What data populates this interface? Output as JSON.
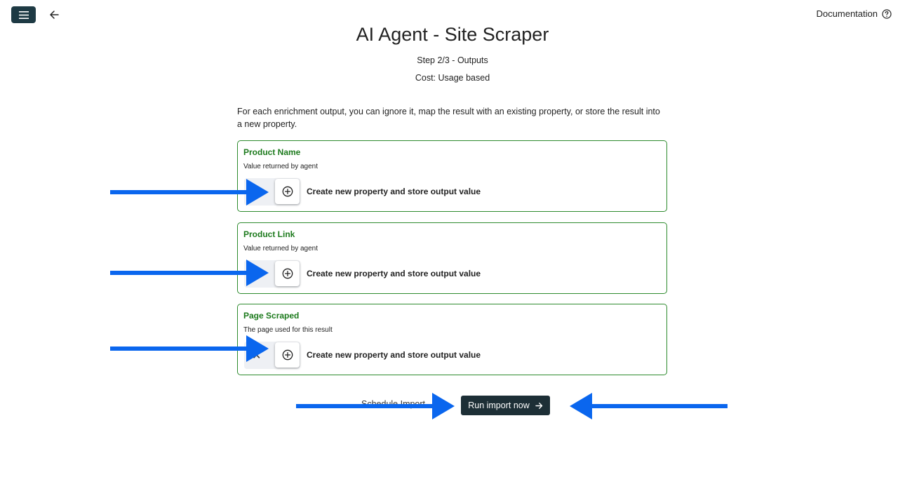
{
  "header": {
    "menu_icon": "hamburger-menu-icon",
    "back_icon": "arrow-left-icon",
    "documentation_label": "Documentation",
    "help_icon": "help-circle-icon"
  },
  "page": {
    "title": "AI Agent - Site Scraper",
    "step": "Step 2/3 - Outputs",
    "cost": "Cost: Usage based",
    "intro": "For each enrichment output, you can ignore it, map the result with an existing property, or store the result into a new property."
  },
  "outputs": [
    {
      "name": "Product Name",
      "description": "Value returned by agent",
      "option_label": "Create new property and store output value"
    },
    {
      "name": "Product Link",
      "description": "Value returned by agent",
      "option_label": "Create new property and store output value"
    },
    {
      "name": "Page Scraped",
      "description": "The page used for this result",
      "option_label": "Create new property and store output value"
    }
  ],
  "footer": {
    "schedule_label": "Schedule Import",
    "run_label": "Run import now",
    "run_icon": "arrow-right-icon"
  },
  "colors": {
    "accent_green": "#1c7a1c",
    "card_border": "#2e8b2e",
    "button_dark": "#1d2f36",
    "annotation_arrow": "#0a66ee"
  }
}
